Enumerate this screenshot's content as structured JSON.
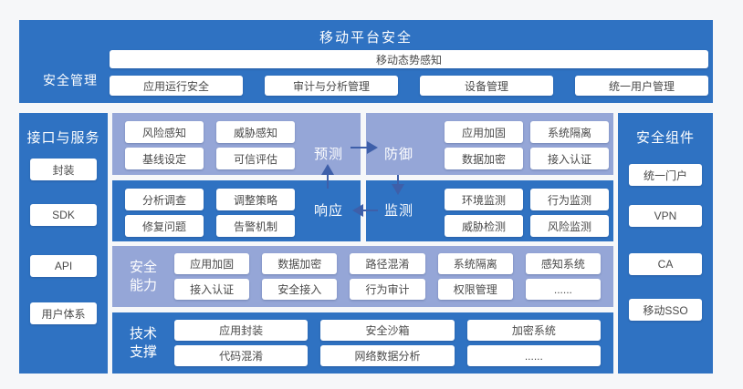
{
  "colors": {
    "primary_blue": "#2f72c2",
    "light_blue": "#95a6d7",
    "arrow_blue": "#3e5fa9",
    "pill_text": "#4a4a4a",
    "page_bg": "#f6f7f9"
  },
  "header": {
    "title": "移动平台安全",
    "side_label": "安全管理",
    "situational_bar": "移动态势感知",
    "buttons": [
      "应用运行安全",
      "审计与分析管理",
      "设备管理",
      "统一用户管理"
    ]
  },
  "left_sidebar": {
    "title": "接口与服务",
    "items": [
      "封装",
      "SDK",
      "API",
      "用户体系"
    ]
  },
  "right_sidebar": {
    "title": "安全组件",
    "items": [
      "统一门户",
      "VPN",
      "CA",
      "移动SSO"
    ]
  },
  "quadrants": {
    "predict": {
      "label": "预测",
      "items": [
        "风险感知",
        "威胁感知",
        "基线设定",
        "可信评估"
      ]
    },
    "defense": {
      "label": "防御",
      "items": [
        "应用加固",
        "系统隔离",
        "数据加密",
        "接入认证"
      ]
    },
    "response": {
      "label": "响应",
      "items": [
        "分析调查",
        "调整策略",
        "修复问题",
        "告警机制"
      ]
    },
    "monitor": {
      "label": "监测",
      "items": [
        "环境监测",
        "行为监测",
        "威胁检测",
        "风险监测"
      ]
    }
  },
  "cycle_arrows": [
    "预测→防御",
    "防御→监测",
    "监测→响应",
    "响应→预测"
  ],
  "capability": {
    "label_line1": "安全",
    "label_line2": "能力",
    "items": [
      "应用加固",
      "数据加密",
      "路径混淆",
      "系统隔离",
      "感知系统",
      "接入认证",
      "安全接入",
      "行为审计",
      "权限管理",
      "......"
    ]
  },
  "tech": {
    "label_line1": "技术",
    "label_line2": "支撑",
    "items": [
      "应用封装",
      "安全沙箱",
      "加密系统",
      "代码混淆",
      "网络数据分析",
      "......"
    ]
  }
}
